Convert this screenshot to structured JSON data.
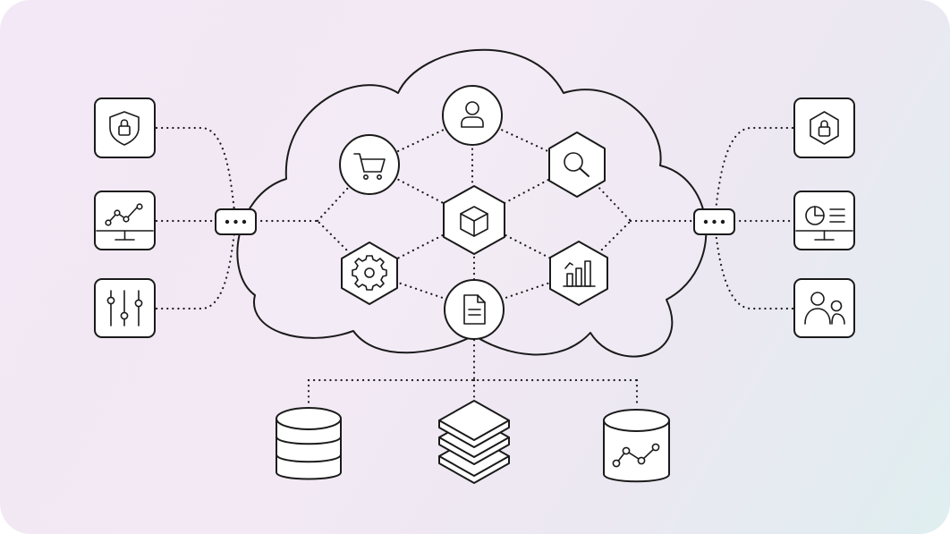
{
  "diagram": {
    "nodes": {
      "left": [
        "shield-lock",
        "monitor-line-chart",
        "sliders"
      ],
      "right": [
        "lock-hexagon",
        "monitor-pie-chart",
        "users"
      ],
      "cloud": [
        "user",
        "shopping-cart",
        "search",
        "cube",
        "settings",
        "bar-chart",
        "document"
      ],
      "bottom": [
        "database",
        "layer-stack",
        "database-chart"
      ]
    },
    "colors": {
      "ink": "#1a1a1a",
      "node_fill": "#ffffff",
      "background_start": "#f3e8f5",
      "background_end": "#dfeef0"
    }
  }
}
